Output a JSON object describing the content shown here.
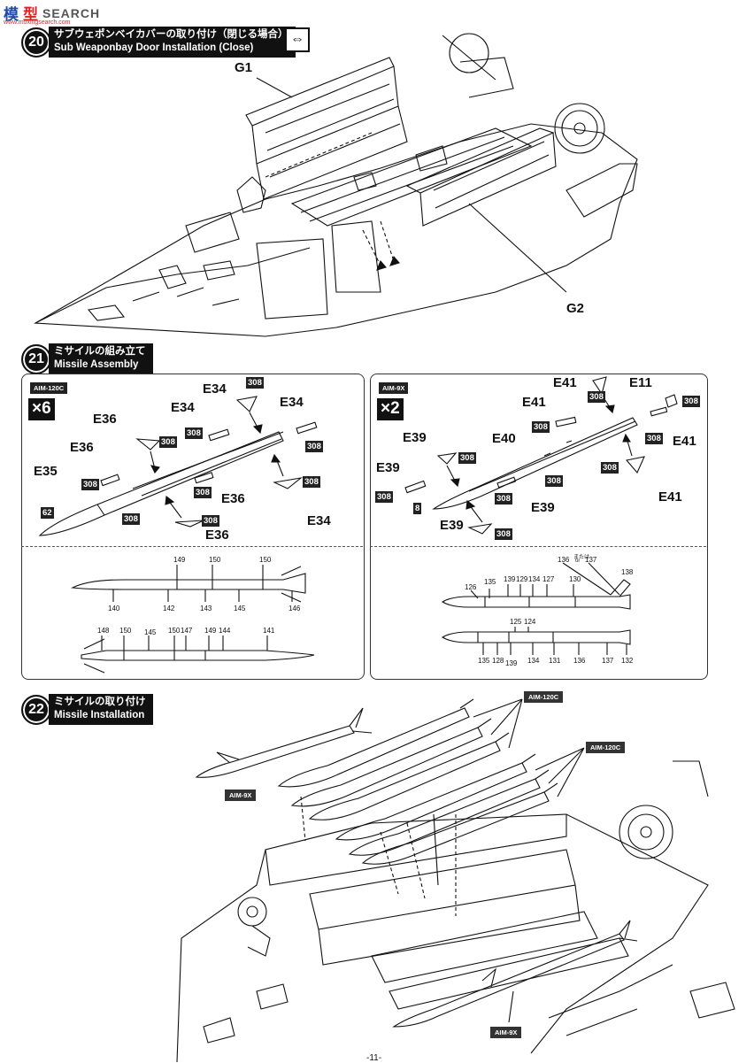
{
  "watermark": {
    "logo": "模",
    "brand_red": "型",
    "brand": "SEARCH",
    "url": "www.moxingsearch.com"
  },
  "step20": {
    "number": "20",
    "title_jp": "サブウェポンベイカバーの取り付け（閉じる場合）",
    "title_en": "Sub Weaponbay Door Installation (Close)",
    "both_icon": "both-sides-arrow-icon",
    "labels": [
      "G1",
      "G2"
    ]
  },
  "step21": {
    "number": "21",
    "title_jp": "ミサイルの組み立て",
    "title_en": "Missile Assembly",
    "left_panel": {
      "tag": "AIM-120C",
      "count": "×6",
      "parts": [
        "E34",
        "E34",
        "E34",
        "E34",
        "E36",
        "E36",
        "E36",
        "E36",
        "E35"
      ],
      "paints": [
        "308",
        "62"
      ],
      "decals_top": [
        "149",
        "150",
        "150"
      ],
      "decals_mid": [
        "140",
        "142",
        "143",
        "145",
        "146"
      ],
      "decals_low_top": [
        "148",
        "150",
        "145",
        "150",
        "147",
        "149",
        "144",
        "141"
      ]
    },
    "right_panel": {
      "tag": "AIM-9X",
      "count": "×2",
      "parts": [
        "E41",
        "E11",
        "E41",
        "E41",
        "E41",
        "E40",
        "E39",
        "E39",
        "E39",
        "E39"
      ],
      "paints": [
        "308",
        "8"
      ],
      "decals_top": [
        "136",
        "または",
        "or",
        "137",
        "138",
        "126",
        "135",
        "139",
        "129",
        "134",
        "127",
        "130"
      ],
      "decals_mid": [
        "125",
        "124"
      ],
      "decals_low": [
        "135",
        "128",
        "139",
        "134",
        "131",
        "136",
        "137",
        "132"
      ]
    }
  },
  "step22": {
    "number": "22",
    "title_jp": "ミサイルの取り付け",
    "title_en": "Missile Installation",
    "tags": [
      "AIM-120C",
      "AIM-120C",
      "AIM-9X",
      "AIM-9X"
    ]
  },
  "page": {
    "number": "-11-"
  },
  "colors": {
    "ink": "#111111",
    "watermark_blue": "#1f4aa8",
    "watermark_red": "#dd2222"
  }
}
